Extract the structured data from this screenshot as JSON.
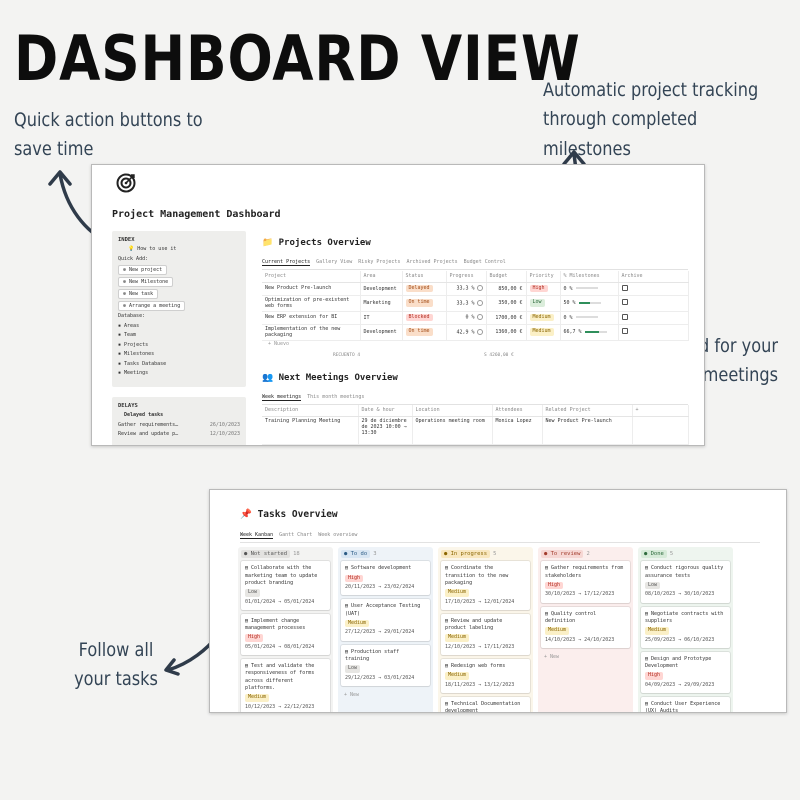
{
  "hero": {
    "title": "DASHBOARD VIEW"
  },
  "callouts": {
    "quick_actions": "Quick action buttons to save time",
    "auto_tracking": "Automatic project tracking through completed milestones",
    "stay_tuned": "Stay tuned for your meetings",
    "follow_tasks": "Follow all your tasks"
  },
  "dashboard": {
    "title": "Project Management Dashboard",
    "index": {
      "title": "INDEX",
      "how_to": "💡 How to use it",
      "quick_add_label": "Quick Add:",
      "buttons": [
        "New project",
        "New Milestone",
        "New task",
        "Arrange a meeting"
      ],
      "database_label": "Database:",
      "databases": [
        "Areas",
        "Team",
        "Projects",
        "Milestones",
        "Tasks Database",
        "Meetings"
      ]
    },
    "delays": {
      "title": "DELAYS",
      "subtitle": "Delayed tasks",
      "rows": [
        {
          "name": "Gather requirements…",
          "date": "26/10/2023"
        },
        {
          "name": "Review and update p…",
          "date": "12/10/2023"
        }
      ]
    },
    "projects_overview": {
      "title": "Projects Overview",
      "tabs": [
        "Current Projects",
        "Gallery View",
        "Risky Projects",
        "Archived Projects",
        "Budget Control"
      ],
      "columns": [
        "Project",
        "Area",
        "Status",
        "Progress",
        "Budget",
        "Priority",
        "% Milestones",
        "Archive"
      ],
      "rows": [
        {
          "project": "New Product Pre-launch",
          "area": "Development",
          "status": "Delayed",
          "progress": "33,3 %",
          "budget": "850,00 €",
          "priority": "High",
          "milestones": "0 %",
          "ms_fill": 0
        },
        {
          "project": "Optimization of pre-existent web forms",
          "area": "Marketing",
          "status": "On time",
          "progress": "33,3 %",
          "budget": "350,00 €",
          "priority": "Low",
          "milestones": "50 %",
          "ms_fill": 0.5
        },
        {
          "project": "New ERP extension for BI",
          "area": "IT",
          "status": "Blocked",
          "progress": "0 %",
          "budget": "1700,00 €",
          "priority": "Medium",
          "milestones": "0 %",
          "ms_fill": 0
        },
        {
          "project": "Implementation of the new packaging",
          "area": "Development",
          "status": "On time",
          "progress": "42,9 %",
          "budget": "1360,00 €",
          "priority": "Medium",
          "milestones": "66,7 %",
          "ms_fill": 0.667
        }
      ],
      "new_label": "+ Nuevo",
      "count_label": "RECUENTO 4",
      "sum_label": "S 4260,00 €"
    },
    "meetings_overview": {
      "title": "Next Meetings Overview",
      "tabs": [
        "Week meetings",
        "This month meetings"
      ],
      "columns": [
        "Description",
        "Date & hour",
        "Location",
        "Attendees",
        "Related Project"
      ],
      "rows": [
        {
          "description": "Training Planning Meeting",
          "date": "29 de diciembre de 2023 10:00 → 13:30",
          "location": "Operations meeting room",
          "attendees": "Monica Lopez",
          "project": "New Product Pre-launch"
        }
      ]
    }
  },
  "tasks": {
    "title": "Tasks Overview",
    "tabs": [
      "Week Kanban",
      "Gantt Chart",
      "Week overview"
    ],
    "columns": [
      {
        "name": "Not started",
        "count": "18",
        "bg": "#f3f3f2",
        "tag_bg": "#e3e2e0",
        "tag_fg": "#555555",
        "cards": [
          {
            "name": "Collaborate with the marketing team to update product branding",
            "tag": "Low",
            "tag_class": "grey",
            "date": "01/01/2024 → 05/01/2024"
          },
          {
            "name": "Implement change management processes",
            "tag": "High",
            "tag_class": "red",
            "date": "05/01/2024 → 08/01/2024"
          },
          {
            "name": "Test and validate the responsiveness of forms across different platforms.",
            "tag": "Medium",
            "tag_class": "yellow",
            "date": "10/12/2023 → 22/12/2023"
          }
        ]
      },
      {
        "name": "To do",
        "count": "3",
        "bg": "#eef3f8",
        "tag_bg": "#d8e6f3",
        "tag_fg": "#2b5b84",
        "cards": [
          {
            "name": "Software development",
            "tag": "High",
            "tag_class": "red",
            "date": "20/11/2023 → 23/02/2024"
          },
          {
            "name": "User Acceptance Testing (UAT)",
            "tag": "Medium",
            "tag_class": "yellow",
            "date": "27/12/2023 → 29/01/2024"
          },
          {
            "name": "Production staff training",
            "tag": "Low",
            "tag_class": "grey",
            "date": "29/12/2023 → 03/01/2024"
          }
        ],
        "new_label": "+ New"
      },
      {
        "name": "In progress",
        "count": "5",
        "bg": "#fbf6ea",
        "tag_bg": "#f9e7bf",
        "tag_fg": "#8a6500",
        "cards": [
          {
            "name": "Coordinate the transition to the new packaging",
            "tag": "Medium",
            "tag_class": "yellow",
            "date": "17/10/2023 → 12/01/2024"
          },
          {
            "name": "Review and update product labeling",
            "tag": "Medium",
            "tag_class": "yellow",
            "date": "12/10/2023 → 17/11/2023"
          },
          {
            "name": "Redesign web forms",
            "tag": "Medium",
            "tag_class": "yellow",
            "date": "18/11/2023 → 13/12/2023"
          },
          {
            "name": "Technical Documentation development",
            "tag": "",
            "tag_class": "",
            "date": ""
          }
        ]
      },
      {
        "name": "To review",
        "count": "2",
        "bg": "#fbeeed",
        "tag_bg": "#f6d7d4",
        "tag_fg": "#a23b2c",
        "cards": [
          {
            "name": "Gather requirements from stakeholders",
            "tag": "High",
            "tag_class": "red",
            "date": "30/10/2023 → 17/12/2023"
          },
          {
            "name": "Quality control definition",
            "tag": "Medium",
            "tag_class": "yellow",
            "date": "14/10/2023 → 24/10/2023"
          }
        ],
        "new_label": "+ New"
      },
      {
        "name": "Done",
        "count": "5",
        "bg": "#eef5ef",
        "tag_bg": "#d7ebd9",
        "tag_fg": "#2e6b3d",
        "cards": [
          {
            "name": "Conduct rigorous quality assurance tests",
            "tag": "Low",
            "tag_class": "grey",
            "date": "08/10/2023 → 30/10/2023"
          },
          {
            "name": "Negotiate contracts with suppliers",
            "tag": "Medium",
            "tag_class": "yellow",
            "date": "25/09/2023 → 06/10/2023"
          },
          {
            "name": "Design and Prototype Development",
            "tag": "High",
            "tag_class": "red",
            "date": "04/09/2023 → 29/09/2023"
          },
          {
            "name": "Conduct User Experience (UX) Audits",
            "tag": "",
            "tag_class": "",
            "date": ""
          }
        ]
      }
    ]
  }
}
